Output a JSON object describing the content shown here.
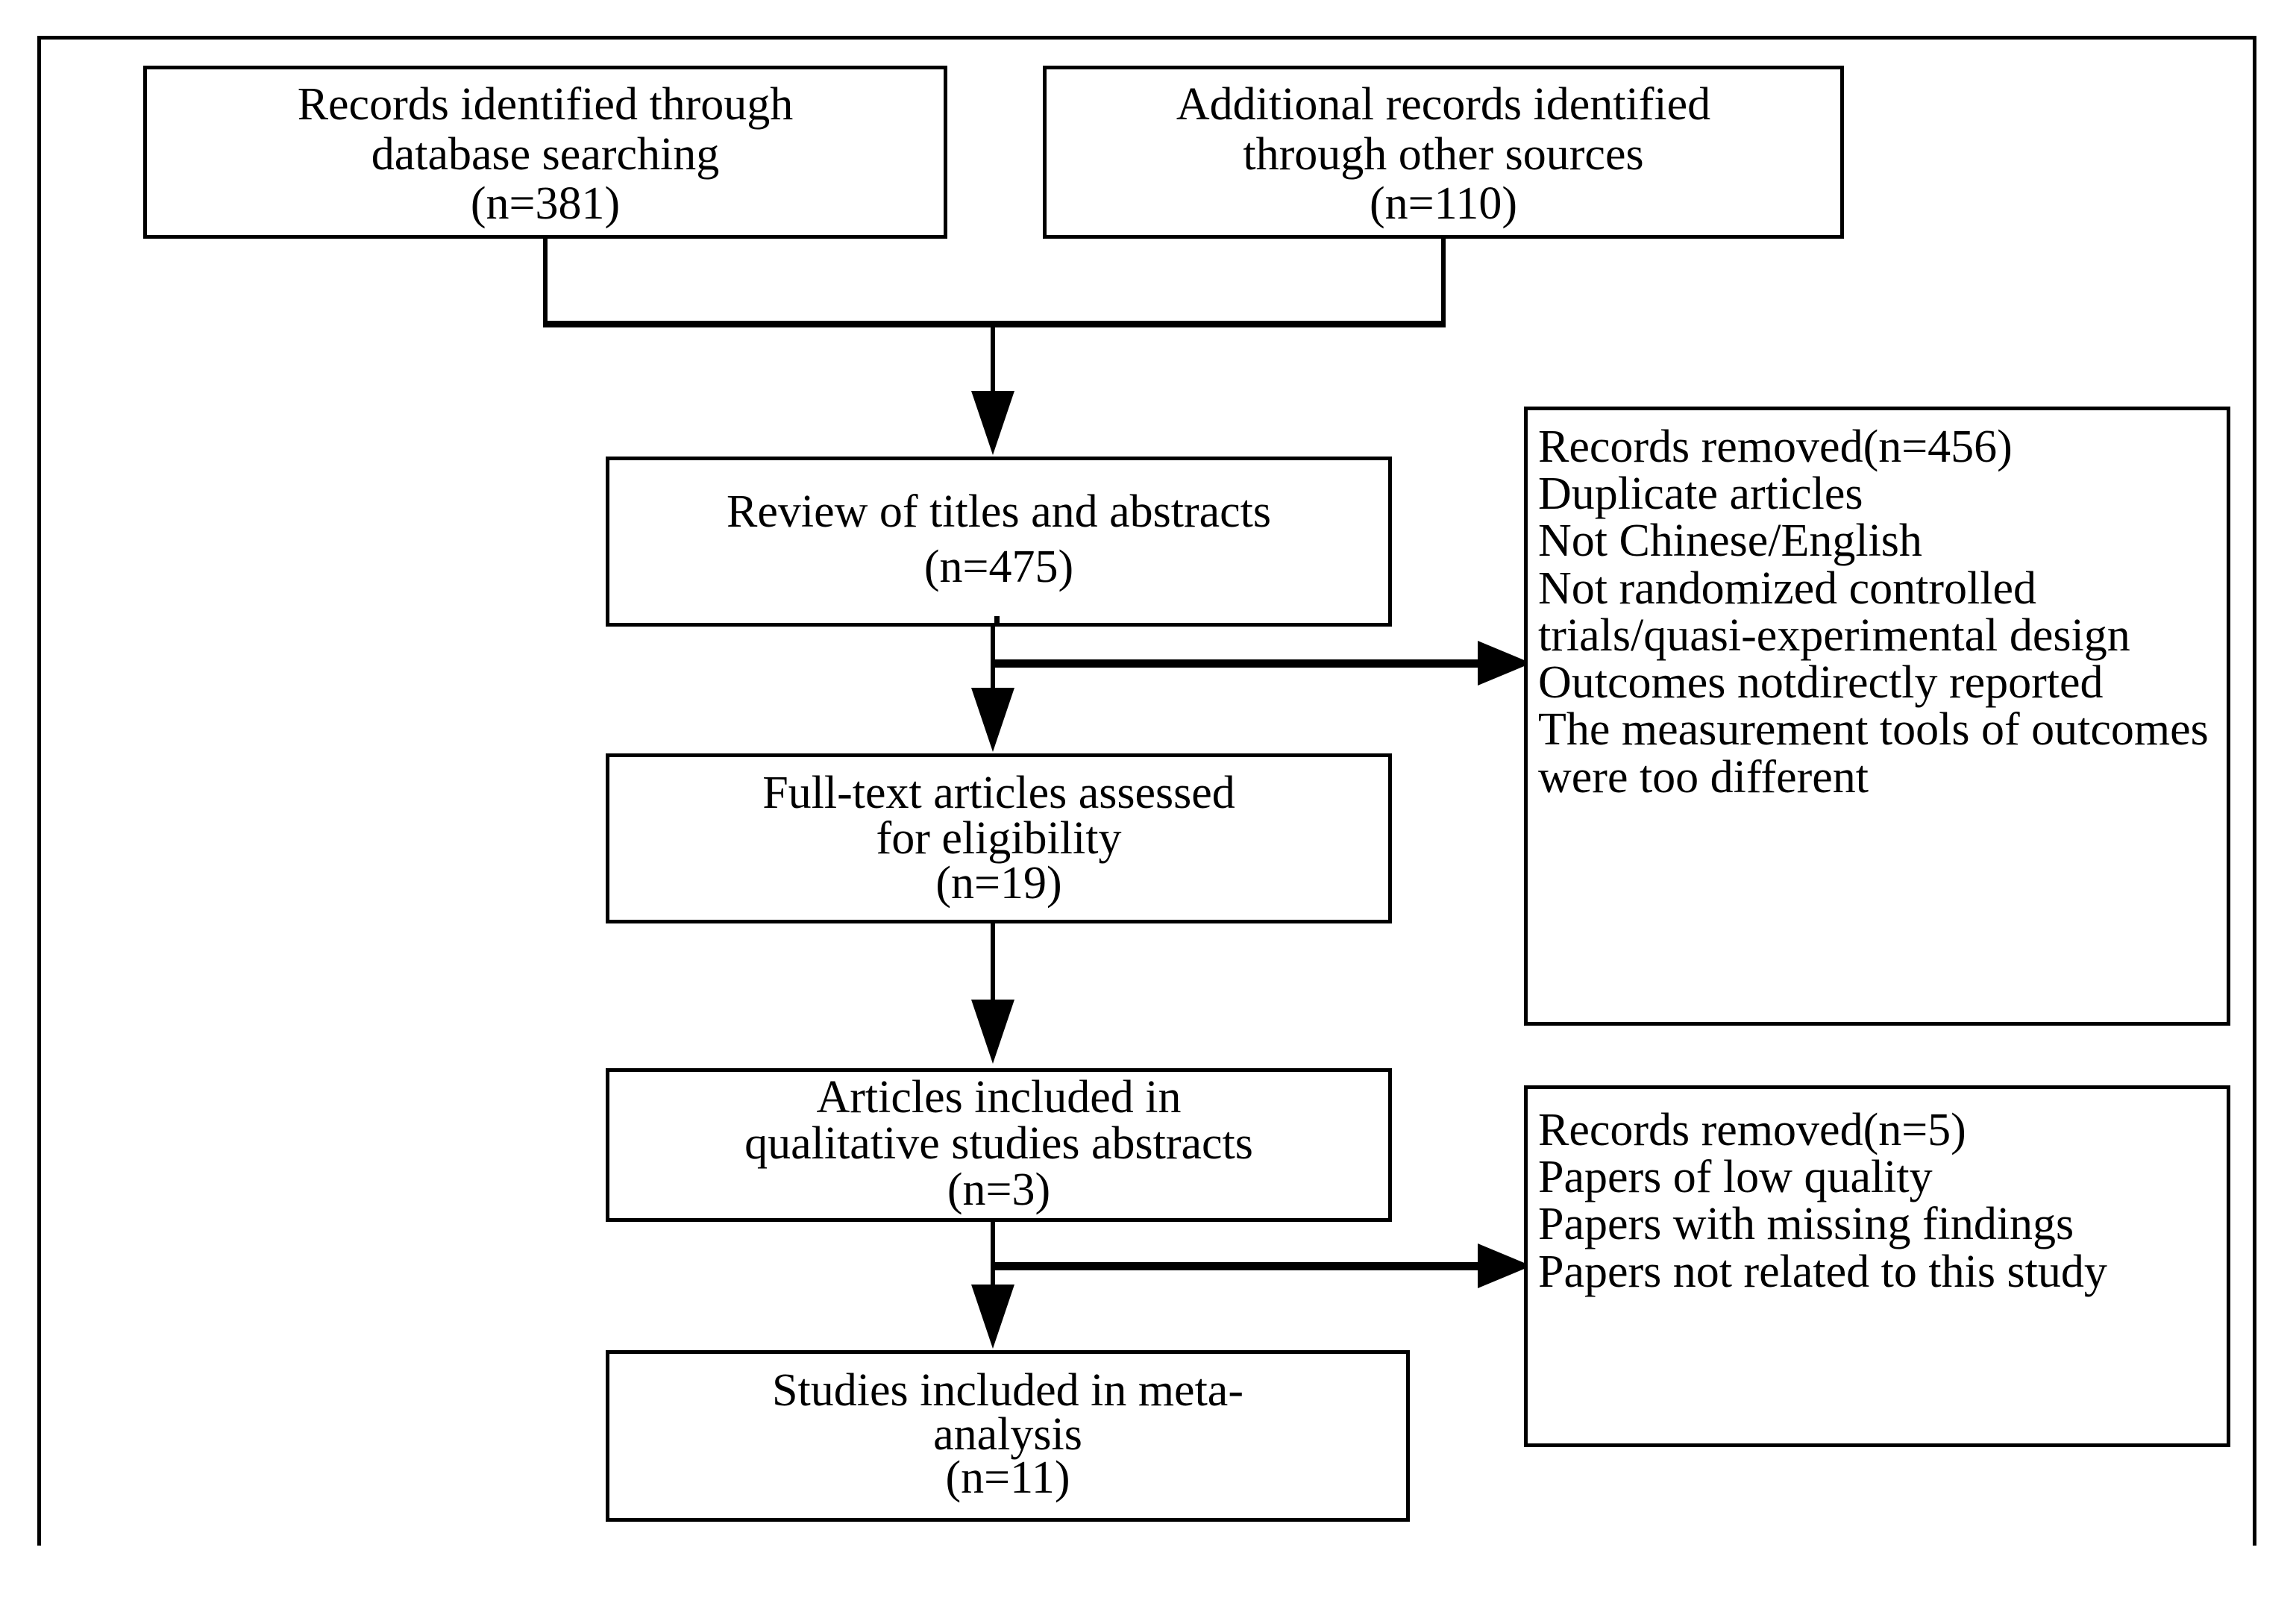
{
  "diagram": {
    "type": "prisma-flow-diagram",
    "title": "PRISMA study selection flow"
  },
  "boxes": {
    "database": {
      "name": "records-identified-database-searching",
      "lines": [
        "Records identified through",
        "database searching",
        "(n=381)"
      ],
      "count": 381
    },
    "other_sources": {
      "name": "additional-records-other-sources",
      "lines": [
        "Additional records identified",
        "through other sources",
        "(n=110)"
      ],
      "count": 110
    },
    "review": {
      "name": "review-titles-abstracts",
      "lines": [
        "Review of titles and abstracts",
        "(n=475)"
      ],
      "count": 475
    },
    "fulltext": {
      "name": "full-text-articles-assessed",
      "lines": [
        "Full-text articles assessed",
        "for eligibility",
        "(n=19)"
      ],
      "count": 19
    },
    "qualitative": {
      "name": "articles-included-qualitative",
      "lines": [
        "Articles included in",
        "qualitative studies abstracts",
        "(n=3)"
      ],
      "count": 3
    },
    "meta": {
      "name": "studies-included-meta-analysis",
      "lines": [
        "Studies included in meta-",
        "analysis",
        "(n=11)"
      ],
      "count": 11
    },
    "excluded_1": {
      "name": "records-removed-screening",
      "heading": "Records removed(n=456)",
      "count": 456,
      "reasons": [
        "Duplicate articles",
        "Not Chinese/English",
        "Not randomized controlled trials/quasi-experimental design",
        "Outcomes notdirectly reported",
        "The measurement tools of outcomes were too different"
      ]
    },
    "excluded_2": {
      "name": "records-removed-quality",
      "heading": "Records removed(n=5)",
      "count": 5,
      "reasons": [
        "Papers of low quality",
        "Papers with missing findings",
        "Papers not related to this study"
      ]
    }
  },
  "colors": {
    "stroke": "#000000",
    "fill": "#ffffff",
    "text": "#000000"
  }
}
